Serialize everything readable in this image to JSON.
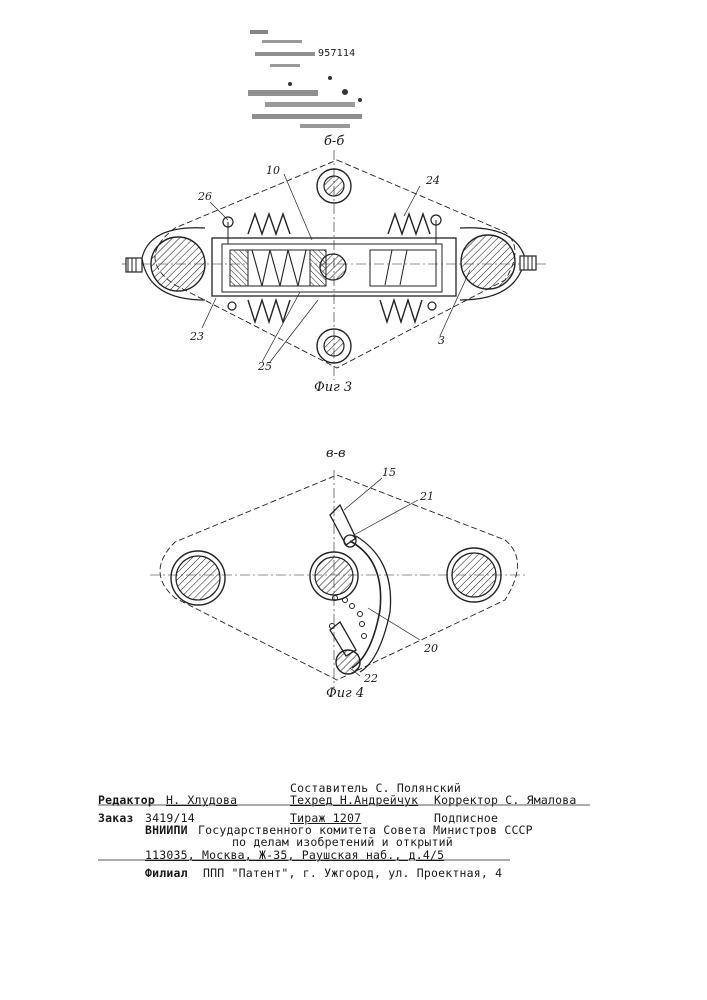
{
  "header": {
    "patent_number": "957114"
  },
  "figure3": {
    "section_label": "б-б",
    "caption": "Фиг 3",
    "callouts": {
      "c10": "10",
      "c24": "24",
      "c26": "26",
      "c23": "23",
      "c25": "25",
      "c3": "3"
    }
  },
  "figure4": {
    "section_label": "в-в",
    "caption": "Фиг 4",
    "callouts": {
      "c15": "15",
      "c21": "21",
      "c20": "20",
      "c22": "22"
    }
  },
  "imprint": {
    "compiler": "Составитель С. Полянский",
    "editor_label": "Редактор",
    "editor_name": "Н. Хлудова",
    "techred": "Техред  Н.Андрейчук",
    "corrector": "Корректор С. Ямалова",
    "order_label": "Заказ",
    "order_number": "3419/14",
    "circulation": "Тираж  1207",
    "subscription": "Подписное",
    "org_abbr": "ВНИИПИ",
    "org_line1": "Государственного комитета Совета Министров СССР",
    "org_line2": "по делам изобретений и открытий",
    "address": "113035, Москва, Ж-35, Раушская наб., д.4/5",
    "branch_label": "Филиал",
    "branch_text": "ППП \"Патент\", г. Ужгород, ул. Проектная, 4"
  }
}
